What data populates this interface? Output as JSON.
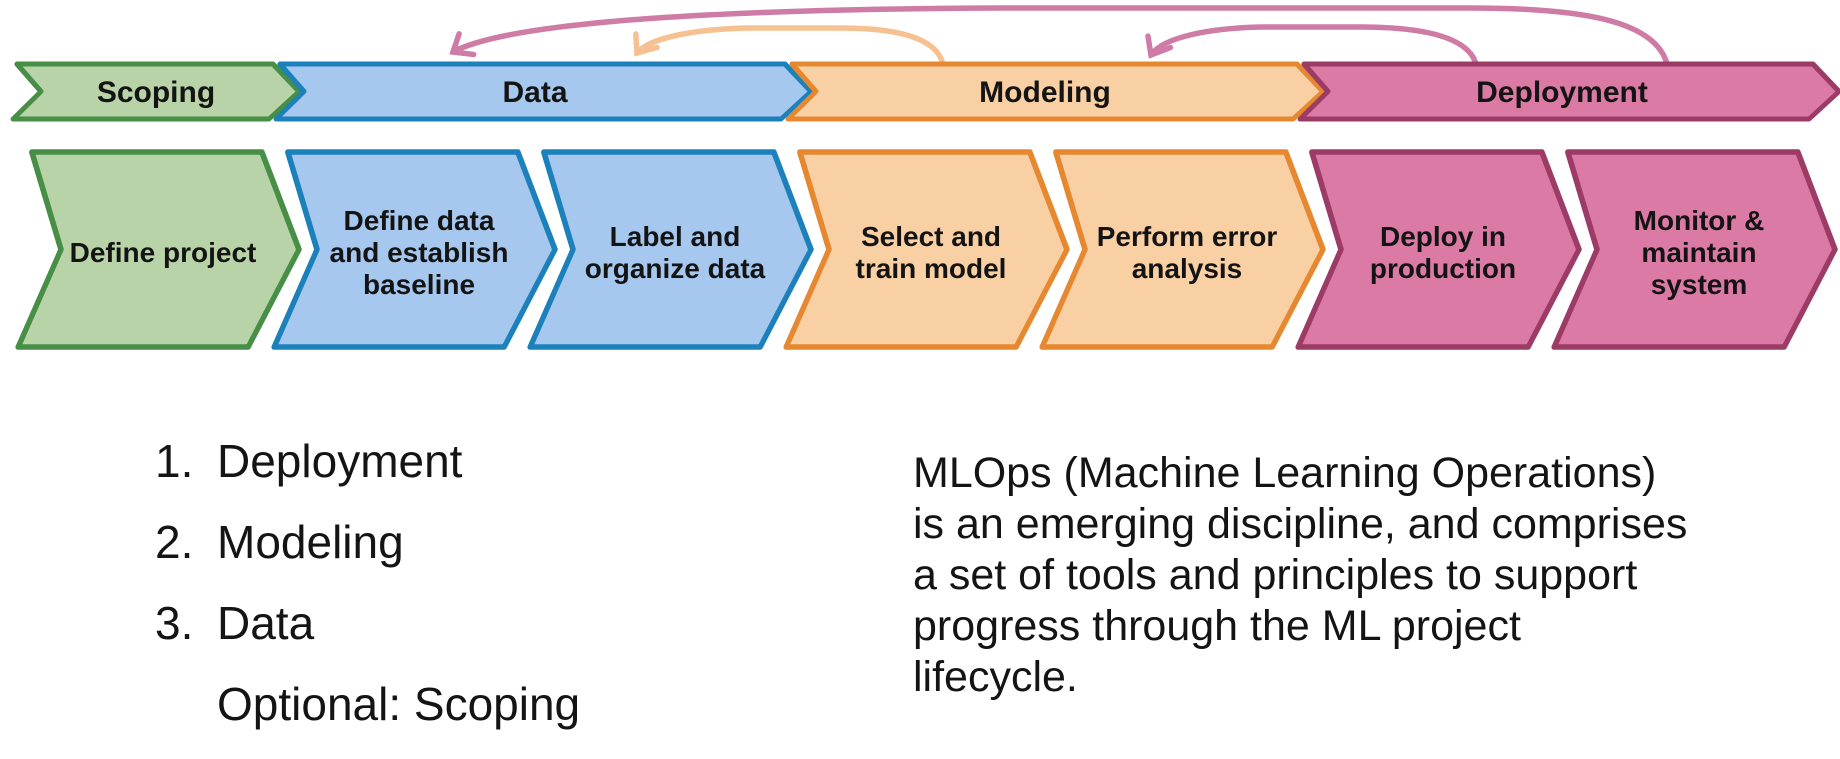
{
  "colors": {
    "background": "#ffffff",
    "text": "#141414",
    "green_fill": "#b9d3a9",
    "green_border": "#478e46",
    "blue_fill": "#a6c8ef",
    "blue_border": "#1c81bb",
    "orange_fill": "#f9cfa4",
    "orange_border": "#e6882f",
    "pink_fill": "#dc7aa6",
    "pink_border": "#9c3b66",
    "arc_pink": "#ce7ba6",
    "arc_orange": "#f6c091"
  },
  "diagram": {
    "phases": [
      {
        "label": "Scoping"
      },
      {
        "label": "Data"
      },
      {
        "label": "Modeling"
      },
      {
        "label": "Deployment"
      }
    ],
    "steps": [
      {
        "phase": "Scoping",
        "lines": [
          "Define project"
        ]
      },
      {
        "phase": "Data",
        "lines": [
          "Define data",
          "and establish",
          "baseline"
        ]
      },
      {
        "phase": "Data",
        "lines": [
          "Label and",
          "organize data"
        ]
      },
      {
        "phase": "Modeling",
        "lines": [
          "Select and",
          "train model"
        ]
      },
      {
        "phase": "Modeling",
        "lines": [
          "Perform error",
          "analysis"
        ]
      },
      {
        "phase": "Deployment",
        "lines": [
          "Deploy in",
          "production"
        ]
      },
      {
        "phase": "Deployment",
        "lines": [
          "Monitor &",
          "maintain",
          "system"
        ]
      }
    ],
    "feedback_arrows": [
      {
        "from": "Deployment",
        "to": "Data"
      },
      {
        "from": "Deployment",
        "to": "Modeling"
      },
      {
        "from": "Modeling",
        "to": "Data"
      }
    ]
  },
  "notes": {
    "ordered_list": [
      {
        "marker": "1.",
        "text": "Deployment"
      },
      {
        "marker": "2.",
        "text": "Modeling"
      },
      {
        "marker": "3.",
        "text": "Data"
      },
      {
        "marker": "",
        "text": "Optional: Scoping"
      }
    ],
    "paragraph_lines": [
      "MLOps (Machine Learning Operations)",
      "is an emerging discipline, and comprises",
      "a set of tools and principles to support",
      "progress through the ML project",
      "lifecycle."
    ]
  }
}
